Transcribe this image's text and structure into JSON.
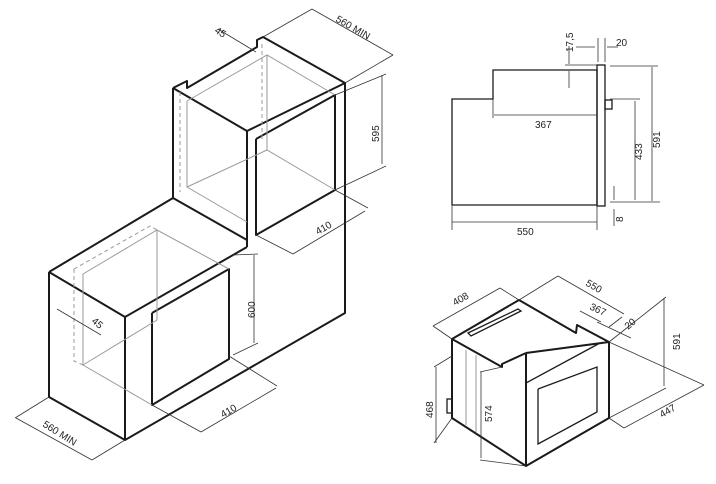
{
  "diagram": {
    "type": "built-in oven installation dimensions",
    "units": "mm",
    "column_installation": {
      "upper_niche": {
        "width_label": "560 MIN",
        "ventilation_gap_label": "45",
        "height_label": "595",
        "depth_label": "410"
      },
      "lower_niche": {
        "width_label": "560 MIN",
        "ventilation_gap_label": "45",
        "height_label": "600",
        "depth_label": "410"
      }
    },
    "side_view": {
      "top_offset_label": "17,5",
      "front_panel_label": "20",
      "upper_depth_label": "367",
      "total_depth_label": "550",
      "lower_height_label": "433",
      "total_height_label": "591",
      "bottom_offset_label": "8"
    },
    "iso_view": {
      "width_label": "408",
      "depth_label": "550",
      "upper_depth_label": "367",
      "front_panel_label": "20",
      "total_height_label": "591",
      "front_width_label": "447",
      "side_height_label": "468",
      "body_height_label": "574"
    }
  }
}
